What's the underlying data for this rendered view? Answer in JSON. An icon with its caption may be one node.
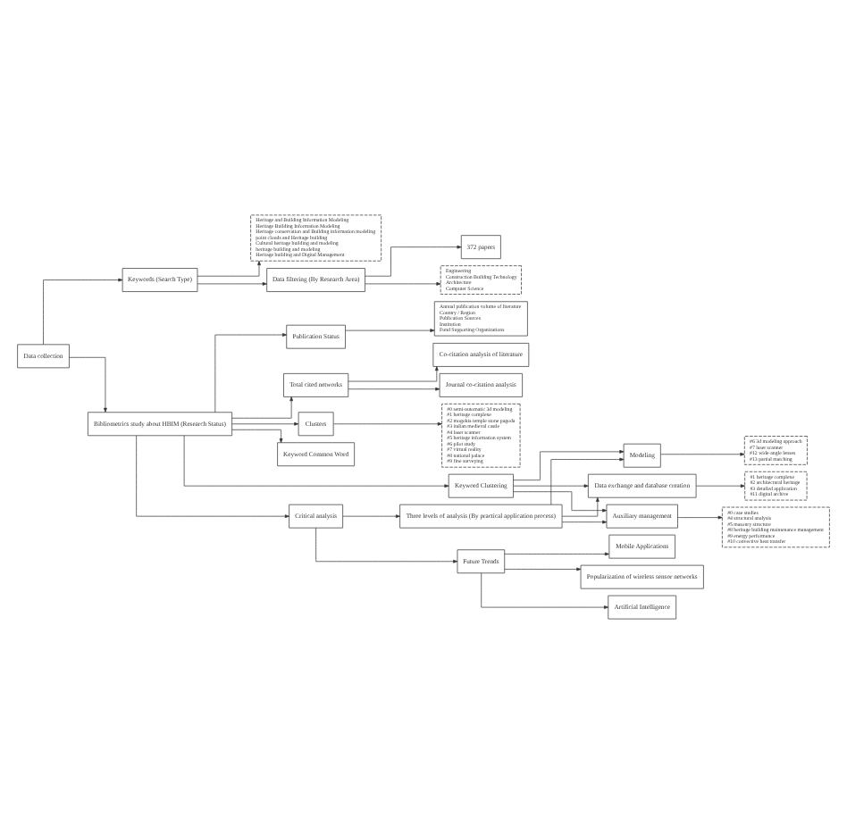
{
  "diagram": {
    "nodes": [
      {
        "text": [
          "Data collection"
        ]
      },
      {
        "text": [
          "Keywords (Search Type)"
        ]
      },
      {
        "text": [
          "Heritage and Building Information Modeling",
          "Heritage Building Information Modeling",
          "Heritage conservation and Building information modeling",
          "point clouds and Heritage building",
          "Cultural heritage building and modeling",
          "heritage building and modeling",
          "Heritage building and Digital Management"
        ]
      },
      {
        "text": [
          "Data filtering (By Research Area)"
        ]
      },
      {
        "text": [
          "Engineering",
          "Construction Building Technology",
          "Architecture",
          "Computer Science"
        ]
      },
      {
        "text": [
          "372 papers"
        ]
      },
      {
        "text": [
          "Bibliometrics study about HBIM (Research Status)"
        ]
      },
      {
        "text": [
          "Publication Status"
        ]
      },
      {
        "text": [
          "Annual publication volume of literature",
          "Country / Region",
          "Publication Sources",
          "Institution",
          "Fund Supporting Organizations"
        ]
      },
      {
        "text": [
          "Total cited networks"
        ]
      },
      {
        "text": [
          "Journal co-citation analysis"
        ]
      },
      {
        "text": [
          "Co-citation analysis of literature"
        ]
      },
      {
        "text": [
          "Clusters"
        ]
      },
      {
        "text": [
          "#0 semi-automatic 3d modeling",
          "#1 heritage complexe",
          "#2 mogokia temple stone pagoda",
          "#3 italian medieval castle",
          "#4 laser scanner",
          "#5 heritage information system",
          "#6 pilot study",
          "#7 virtual reality",
          "#8 national palace",
          "#9 fine surveying"
        ]
      },
      {
        "text": [
          "Keyword Common Word"
        ]
      },
      {
        "text": [
          "Keyword Clustering"
        ]
      },
      {
        "text": [
          "Critical analysis"
        ]
      },
      {
        "text": [
          "Three levels of analysis (By practical application process)"
        ]
      },
      {
        "text": [
          "Modeling"
        ]
      },
      {
        "text": [
          "#6 3d modeling approach",
          "#7 laser scanner",
          "#12 wide-angle lenses",
          "#13 partial matching"
        ]
      },
      {
        "text": [
          "Data exchange and database creation"
        ]
      },
      {
        "text": [
          "#1 heritage complexe",
          "#2 architectural heritage",
          "#3 detailed application",
          "#11 digital archive"
        ]
      },
      {
        "text": [
          "Auxiliary management"
        ]
      },
      {
        "text": [
          "#0 case studies",
          "#4 structural analysis",
          "#5 masonry structure",
          "#8 heritage building maintenance management",
          "#9 energy performance",
          "#10 convective heat transfer"
        ]
      },
      {
        "text": [
          "Future Trends"
        ]
      },
      {
        "text": [
          "Mobile Applications"
        ]
      },
      {
        "text": [
          "Popularization of wireless sensor networks"
        ]
      },
      {
        "text": [
          "Artificial Intelligence"
        ]
      }
    ],
    "edges": [
      {
        "from": 0,
        "to": 1,
        "arrow": "to"
      },
      {
        "from": 1,
        "to": 3,
        "arrow": "to"
      },
      {
        "from": 3,
        "to": 5,
        "arrow": "to"
      },
      {
        "from": 1,
        "to": 2,
        "arrow": "to"
      },
      {
        "from": 3,
        "to": 4,
        "arrow": "to"
      },
      {
        "from": 0,
        "to": 6,
        "arrow": "to"
      },
      {
        "from": 6,
        "to": 16,
        "arrow": "to"
      },
      {
        "from": 6,
        "to": 7,
        "arrow": "to"
      },
      {
        "from": 6,
        "to": 9,
        "arrow": "to"
      },
      {
        "from": 6,
        "to": 12,
        "arrow": "to"
      },
      {
        "from": 6,
        "to": 14,
        "arrow": "to"
      },
      {
        "from": 6,
        "to": 15,
        "arrow": "to"
      },
      {
        "from": 7,
        "to": 8,
        "arrow": "to"
      },
      {
        "from": 9,
        "to": 10,
        "arrow": "to"
      },
      {
        "from": 9,
        "to": 11,
        "arrow": "to"
      },
      {
        "from": 12,
        "to": 13,
        "arrow": "to"
      },
      {
        "from": 16,
        "to": 17,
        "arrow": "to"
      },
      {
        "from": 16,
        "to": 24,
        "arrow": "to"
      },
      {
        "from": 15,
        "to": 18,
        "arrow": "to"
      },
      {
        "from": 15,
        "to": 20,
        "arrow": "to"
      },
      {
        "from": 15,
        "to": 22,
        "arrow": "to"
      },
      {
        "from": 17,
        "to": 18,
        "arrow": "to"
      },
      {
        "from": 17,
        "to": 20,
        "arrow": "to"
      },
      {
        "from": 17,
        "to": 22,
        "arrow": "to"
      },
      {
        "from": 18,
        "to": 19,
        "arrow": "to"
      },
      {
        "from": 20,
        "to": 21,
        "arrow": "to"
      },
      {
        "from": 22,
        "to": 23,
        "arrow": "to"
      },
      {
        "from": 24,
        "to": 25,
        "arrow": "to"
      },
      {
        "from": 24,
        "to": 26,
        "arrow": "to"
      },
      {
        "from": 24,
        "to": 27,
        "arrow": "to"
      }
    ]
  }
}
